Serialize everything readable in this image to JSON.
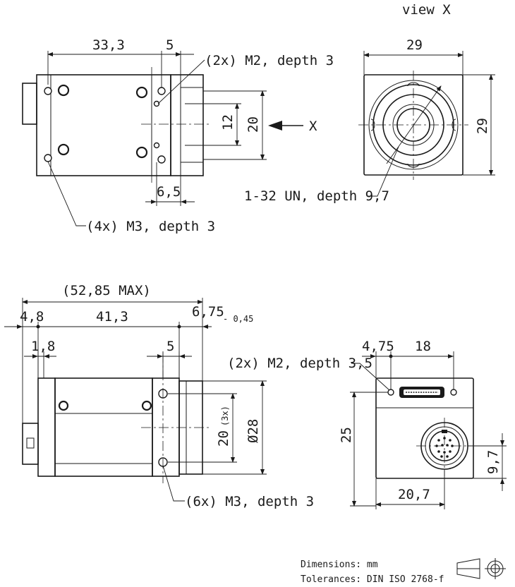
{
  "view_label": "view X",
  "view_marker": "X",
  "top_view": {
    "dim_length": "33,3",
    "dim_offset": "5",
    "dim_inner": "12",
    "dim_height": "20",
    "dim_bottom": "6,5",
    "callout_m2": "(2x) M2, depth 3",
    "callout_m3": "(4x) M3, depth 3"
  },
  "front_view": {
    "dim_width": "29",
    "dim_height": "29",
    "callout_thread": "1-32 UN, depth 9,7"
  },
  "side_view": {
    "dim_overall": "(52,85 MAX)",
    "dim_left": "4,8",
    "dim_body": "41,3",
    "dim_right": "6,75",
    "dim_right_tol": "- 0,45",
    "dim_flange": "1,8",
    "dim_hole_offset": "5",
    "dim_pitch": "20",
    "dim_pitch_note": "(3x)",
    "dim_diameter": "Ø28",
    "callout_m3": "(6x) M3, depth 3"
  },
  "back_view": {
    "dim_edge": "4,75",
    "dim_spacing": "18",
    "dim_height": "25",
    "dim_connector_height": "9,7",
    "dim_connector_pos": "20,7",
    "callout_m2": "(2x) M2, depth 3,5"
  },
  "footer": {
    "units": "Dimensions: mm",
    "tolerances": "Tolerances: DIN ISO 2768-f"
  }
}
